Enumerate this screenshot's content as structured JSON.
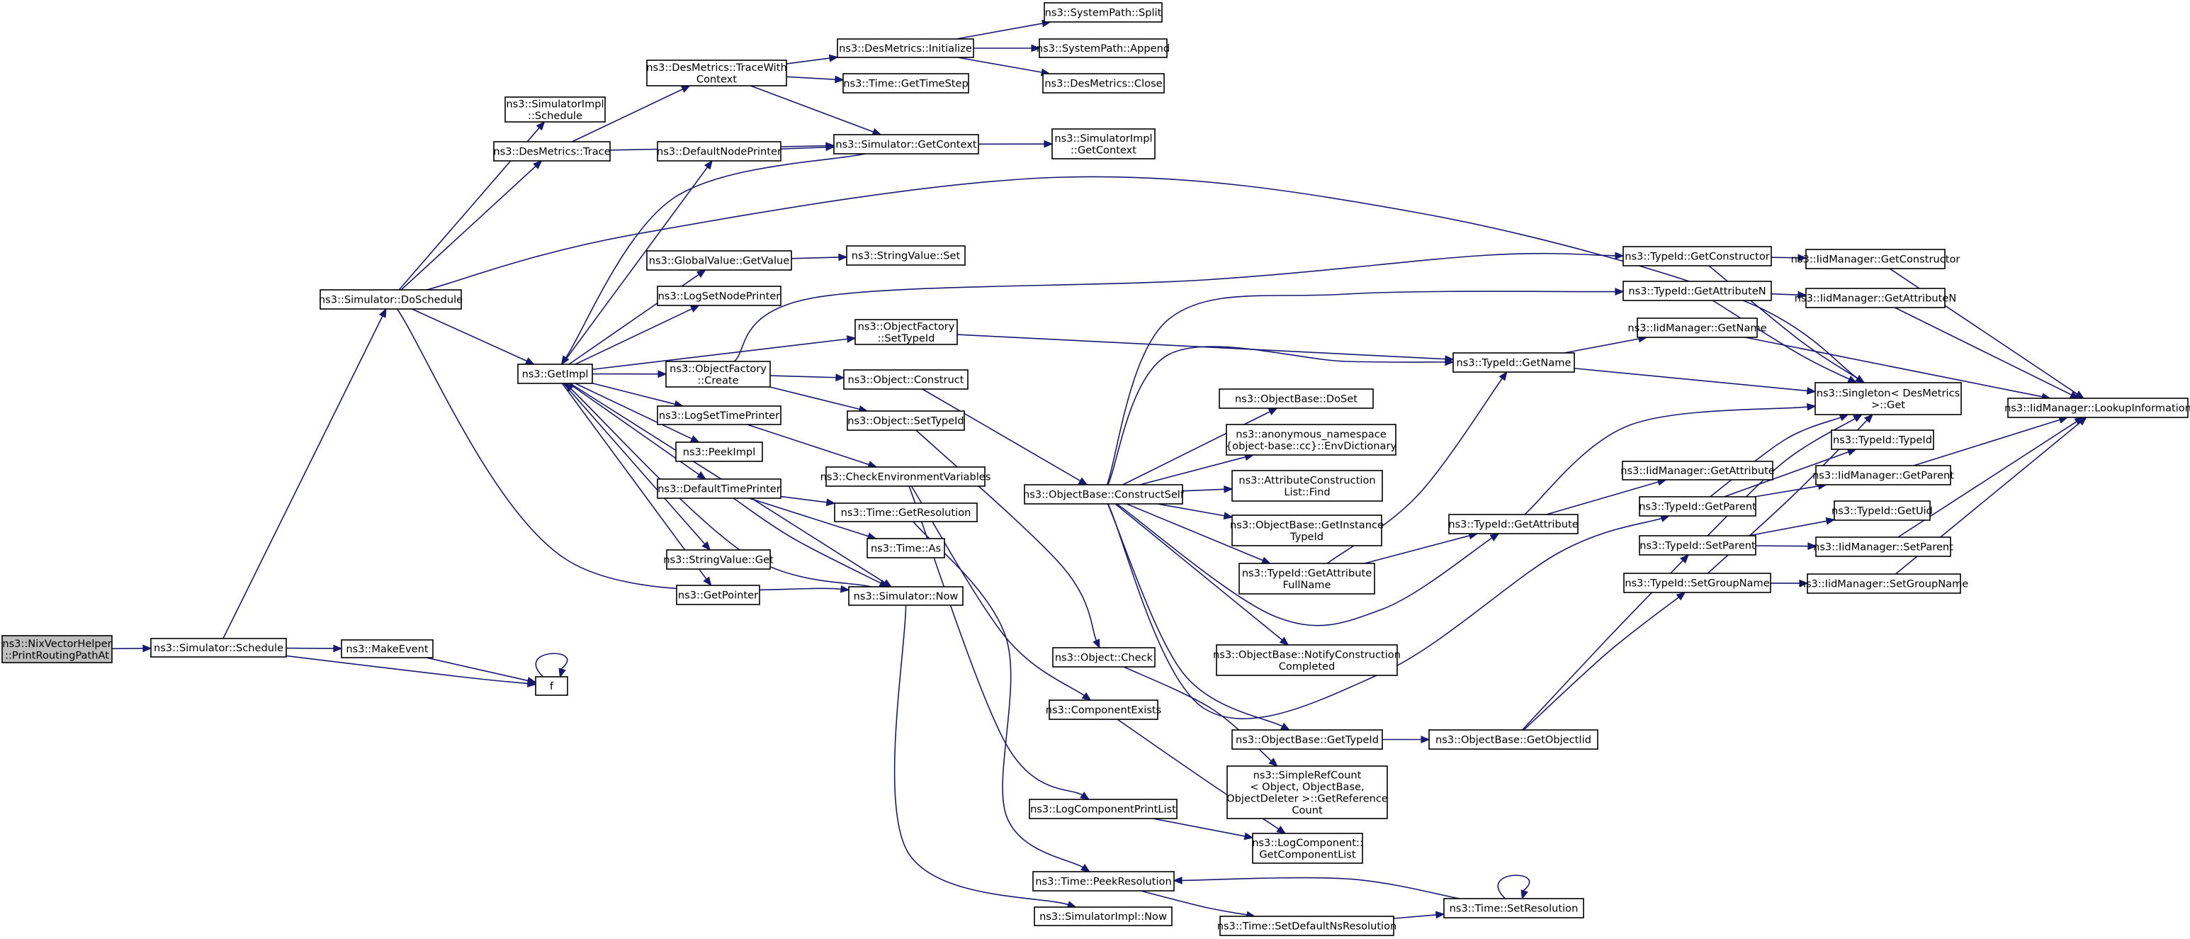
{
  "diagram": {
    "title": "",
    "edge_color": "#191970",
    "root_fill": "#bfbfbf",
    "nodes": [
      {
        "id": "root",
        "lines": [
          "ns3::NixVectorHelper",
          "::PrintRoutingPathAt"
        ],
        "root": true
      },
      {
        "id": "schedule",
        "lines": [
          "ns3::Simulator::Schedule"
        ]
      },
      {
        "id": "makeevent",
        "lines": [
          "ns3::MakeEvent"
        ]
      },
      {
        "id": "f",
        "lines": [
          "f"
        ]
      },
      {
        "id": "doschedule",
        "lines": [
          "ns3::Simulator::DoSchedule"
        ]
      },
      {
        "id": "simimplschedule",
        "lines": [
          "ns3::SimulatorImpl",
          "::Schedule"
        ]
      },
      {
        "id": "desmetricstrace",
        "lines": [
          "ns3::DesMetrics::Trace"
        ]
      },
      {
        "id": "getimpl",
        "lines": [
          "ns3::GetImpl"
        ]
      },
      {
        "id": "tracewithcontext",
        "lines": [
          "ns3::DesMetrics::TraceWith",
          "Context"
        ]
      },
      {
        "id": "defaultnodeprinter",
        "lines": [
          "ns3::DefaultNodePrinter"
        ]
      },
      {
        "id": "globalvalue",
        "lines": [
          "ns3::GlobalValue::GetValue"
        ]
      },
      {
        "id": "logsetnodeprinter",
        "lines": [
          "ns3::LogSetNodePrinter"
        ]
      },
      {
        "id": "objfactorysettypeid",
        "lines": [
          "ns3::ObjectFactory",
          "::SetTypeId"
        ]
      },
      {
        "id": "objfactorycreate",
        "lines": [
          "ns3::ObjectFactory",
          "::Create"
        ]
      },
      {
        "id": "logsettimeprinter",
        "lines": [
          "ns3::LogSetTimePrinter"
        ]
      },
      {
        "id": "peekimpl",
        "lines": [
          "ns3::PeekImpl"
        ]
      },
      {
        "id": "defaulttimeprinter",
        "lines": [
          "ns3::DefaultTimePrinter"
        ]
      },
      {
        "id": "stringvalueget",
        "lines": [
          "ns3::StringValue::Get"
        ]
      },
      {
        "id": "getpointer",
        "lines": [
          "ns3::GetPointer"
        ]
      },
      {
        "id": "desinitialize",
        "lines": [
          "ns3::DesMetrics::Initialize"
        ]
      },
      {
        "id": "timegettimestep",
        "lines": [
          "ns3::Time::GetTimeStep"
        ]
      },
      {
        "id": "simgetcontext",
        "lines": [
          "ns3::Simulator::GetContext"
        ]
      },
      {
        "id": "stringvalueset",
        "lines": [
          "ns3::StringValue::Set"
        ]
      },
      {
        "id": "objectconstruct",
        "lines": [
          "ns3::Object::Construct"
        ]
      },
      {
        "id": "objectsettypeid",
        "lines": [
          "ns3::Object::SetTypeId"
        ]
      },
      {
        "id": "checkenv",
        "lines": [
          "ns3::CheckEnvironmentVariables"
        ]
      },
      {
        "id": "timegetresolution",
        "lines": [
          "ns3::Time::GetResolution"
        ]
      },
      {
        "id": "timeas",
        "lines": [
          "ns3::Time::As"
        ]
      },
      {
        "id": "simnow",
        "lines": [
          "ns3::Simulator::Now"
        ]
      },
      {
        "id": "syspathsplit",
        "lines": [
          "ns3::SystemPath::Split"
        ]
      },
      {
        "id": "syspathappend",
        "lines": [
          "ns3::SystemPath::Append"
        ]
      },
      {
        "id": "desclose",
        "lines": [
          "ns3::DesMetrics::Close"
        ]
      },
      {
        "id": "simimplgetcontext",
        "lines": [
          "ns3::SimulatorImpl",
          "::GetContext"
        ]
      },
      {
        "id": "objectcheck",
        "lines": [
          "ns3::Object::Check"
        ]
      },
      {
        "id": "componentexists",
        "lines": [
          "ns3::ComponentExists"
        ]
      },
      {
        "id": "logcomponentprintlist",
        "lines": [
          "ns3::LogComponentPrintList"
        ]
      },
      {
        "id": "timepeekresolution",
        "lines": [
          "ns3::Time::PeekResolution"
        ]
      },
      {
        "id": "simimplnow",
        "lines": [
          "ns3::SimulatorImpl::Now"
        ]
      },
      {
        "id": "constructself",
        "lines": [
          "ns3::ObjectBase::ConstructSelf"
        ]
      },
      {
        "id": "doset",
        "lines": [
          "ns3::ObjectBase::DoSet"
        ]
      },
      {
        "id": "envdictionary",
        "lines": [
          "ns3::anonymous_namespace",
          "{object-base::cc}::EnvDictionary"
        ]
      },
      {
        "id": "attrconstructionfind",
        "lines": [
          "ns3::AttributeConstruction",
          "List::Find"
        ]
      },
      {
        "id": "getinstancetypeid",
        "lines": [
          "ns3::ObjectBase::GetInstance",
          "TypeId"
        ]
      },
      {
        "id": "getattributefullname",
        "lines": [
          "ns3::TypeId::GetAttribute",
          "FullName"
        ]
      },
      {
        "id": "notifyconstructioncompleted",
        "lines": [
          "ns3::ObjectBase::NotifyConstruction",
          "Completed"
        ]
      },
      {
        "id": "objbasegettypeid",
        "lines": [
          "ns3::ObjectBase::GetTypeId"
        ]
      },
      {
        "id": "simplerefcount",
        "lines": [
          "ns3::SimpleRefCount",
          "< Object, ObjectBase,",
          "ObjectDeleter >::GetReference",
          "Count"
        ]
      },
      {
        "id": "getcomponentlist",
        "lines": [
          "ns3::LogComponent::",
          "GetComponentList"
        ]
      },
      {
        "id": "setdefaultnsresolution",
        "lines": [
          "ns3::Time::SetDefaultNsResolution"
        ]
      },
      {
        "id": "typeidgetname",
        "lines": [
          "ns3::TypeId::GetName"
        ]
      },
      {
        "id": "typeidgetattribute",
        "lines": [
          "ns3::TypeId::GetAttribute"
        ]
      },
      {
        "id": "getobjectiid",
        "lines": [
          "ns3::ObjectBase::GetObjectIid"
        ]
      },
      {
        "id": "timesetresolution",
        "lines": [
          "ns3::Time::SetResolution"
        ]
      },
      {
        "id": "typeidgetconstructor",
        "lines": [
          "ns3::TypeId::GetConstructor"
        ]
      },
      {
        "id": "typeidgetattributen",
        "lines": [
          "ns3::TypeId::GetAttributeN"
        ]
      },
      {
        "id": "iidgetname",
        "lines": [
          "ns3::IidManager::GetName"
        ]
      },
      {
        "id": "iidgetattribute",
        "lines": [
          "ns3::IidManager::GetAttribute"
        ]
      },
      {
        "id": "typeidgetparent",
        "lines": [
          "ns3::TypeId::GetParent"
        ]
      },
      {
        "id": "typeidsetparent",
        "lines": [
          "ns3::TypeId::SetParent"
        ]
      },
      {
        "id": "typeidsetgroupname",
        "lines": [
          "ns3::TypeId::SetGroupName"
        ]
      },
      {
        "id": "iidgetconstructor",
        "lines": [
          "ns3::IidManager::GetConstructor"
        ]
      },
      {
        "id": "iidgetattributen",
        "lines": [
          "ns3::IidManager::GetAttributeN"
        ]
      },
      {
        "id": "singletonget",
        "lines": [
          "ns3::Singleton< DesMetrics",
          ">::Get"
        ]
      },
      {
        "id": "typeidtypeid",
        "lines": [
          "ns3::TypeId::TypeId"
        ]
      },
      {
        "id": "iidgetparent",
        "lines": [
          "ns3::IidManager::GetParent"
        ]
      },
      {
        "id": "typeidgetuid",
        "lines": [
          "ns3::TypeId::GetUid"
        ]
      },
      {
        "id": "iidsetparent",
        "lines": [
          "ns3::IidManager::SetParent"
        ]
      },
      {
        "id": "iidsetgroupname",
        "lines": [
          "ns3::IidManager::SetGroupName"
        ]
      },
      {
        "id": "lookupinformation",
        "lines": [
          "ns3::IidManager::LookupInformation"
        ]
      }
    ],
    "edges": [
      [
        "root",
        "schedule"
      ],
      [
        "schedule",
        "makeevent"
      ],
      [
        "schedule",
        "f"
      ],
      [
        "schedule",
        "doschedule"
      ],
      [
        "makeevent",
        "f"
      ],
      [
        "f",
        "f"
      ],
      [
        "doschedule",
        "simimplschedule"
      ],
      [
        "doschedule",
        "desmetricstrace"
      ],
      [
        "doschedule",
        "getimpl"
      ],
      [
        "doschedule",
        "simnow"
      ],
      [
        "doschedule",
        "singletonget"
      ],
      [
        "desmetricstrace",
        "tracewithcontext"
      ],
      [
        "desmetricstrace",
        "simgetcontext"
      ],
      [
        "tracewithcontext",
        "desinitialize"
      ],
      [
        "tracewithcontext",
        "timegettimestep"
      ],
      [
        "tracewithcontext",
        "simgetcontext"
      ],
      [
        "desinitialize",
        "syspathsplit"
      ],
      [
        "desinitialize",
        "syspathappend"
      ],
      [
        "desinitialize",
        "desclose"
      ],
      [
        "simgetcontext",
        "getimpl"
      ],
      [
        "simgetcontext",
        "simimplgetcontext"
      ],
      [
        "defaultnodeprinter",
        "simgetcontext"
      ],
      [
        "getimpl",
        "defaultnodeprinter"
      ],
      [
        "getimpl",
        "globalvalue"
      ],
      [
        "getimpl",
        "logsetnodeprinter"
      ],
      [
        "getimpl",
        "objfactorysettypeid"
      ],
      [
        "getimpl",
        "objfactorycreate"
      ],
      [
        "getimpl",
        "logsettimeprinter"
      ],
      [
        "getimpl",
        "peekimpl"
      ],
      [
        "getimpl",
        "defaulttimeprinter"
      ],
      [
        "getimpl",
        "stringvalueget"
      ],
      [
        "getimpl",
        "getpointer"
      ],
      [
        "getimpl",
        "simnow"
      ],
      [
        "globalvalue",
        "stringvalueset"
      ],
      [
        "objfactorysettypeid",
        "typeidgetname"
      ],
      [
        "objfactorycreate",
        "objectconstruct"
      ],
      [
        "objfactorycreate",
        "objectsettypeid"
      ],
      [
        "objfactorycreate",
        "typeidgetconstructor"
      ],
      [
        "logsettimeprinter",
        "checkenv"
      ],
      [
        "defaulttimeprinter",
        "timegetresolution"
      ],
      [
        "defaulttimeprinter",
        "timeas"
      ],
      [
        "defaulttimeprinter",
        "simnow"
      ],
      [
        "simnow",
        "getimpl"
      ],
      [
        "simnow",
        "simimplnow"
      ],
      [
        "objectconstruct",
        "constructself"
      ],
      [
        "objectsettypeid",
        "objectcheck"
      ],
      [
        "checkenv",
        "componentexists"
      ],
      [
        "checkenv",
        "logcomponentprintlist"
      ],
      [
        "timegetresolution",
        "timepeekresolution"
      ],
      [
        "objectcheck",
        "simplerefcount"
      ],
      [
        "componentexists",
        "getcomponentlist"
      ],
      [
        "logcomponentprintlist",
        "getcomponentlist"
      ],
      [
        "timepeekresolution",
        "setdefaultnsresolution"
      ],
      [
        "setdefaultnsresolution",
        "timesetresolution"
      ],
      [
        "timesetresolution",
        "timepeekresolution"
      ],
      [
        "timesetresolution",
        "timesetresolution"
      ],
      [
        "constructself",
        "doset"
      ],
      [
        "constructself",
        "envdictionary"
      ],
      [
        "constructself",
        "attrconstructionfind"
      ],
      [
        "constructself",
        "getinstancetypeid"
      ],
      [
        "constructself",
        "getattributefullname"
      ],
      [
        "constructself",
        "notifyconstructioncompleted"
      ],
      [
        "constructself",
        "objbasegettypeid"
      ],
      [
        "constructself",
        "typeidgetname"
      ],
      [
        "constructself",
        "typeidgetattribute"
      ],
      [
        "constructself",
        "typeidgetattributen"
      ],
      [
        "constructself",
        "typeidgetparent"
      ],
      [
        "getattributefullname",
        "typeidgetname"
      ],
      [
        "getattributefullname",
        "typeidgetattribute"
      ],
      [
        "objbasegettypeid",
        "getobjectiid"
      ],
      [
        "getobjectiid",
        "typeidsetparent"
      ],
      [
        "getobjectiid",
        "typeidsetgroupname"
      ],
      [
        "typeidgetname",
        "iidgetname"
      ],
      [
        "typeidgetname",
        "singletonget"
      ],
      [
        "typeidgetattribute",
        "iidgetattribute"
      ],
      [
        "typeidgetattribute",
        "singletonget"
      ],
      [
        "typeidgetconstructor",
        "iidgetconstructor"
      ],
      [
        "typeidgetconstructor",
        "singletonget"
      ],
      [
        "typeidgetattributen",
        "iidgetattributen"
      ],
      [
        "typeidgetattributen",
        "singletonget"
      ],
      [
        "typeidgetparent",
        "typeidtypeid"
      ],
      [
        "typeidgetparent",
        "iidgetparent"
      ],
      [
        "typeidgetparent",
        "singletonget"
      ],
      [
        "typeidsetparent",
        "typeidgetuid"
      ],
      [
        "typeidsetparent",
        "iidsetparent"
      ],
      [
        "typeidsetparent",
        "singletonget"
      ],
      [
        "typeidsetgroupname",
        "iidsetgroupname"
      ],
      [
        "typeidsetgroupname",
        "singletonget"
      ],
      [
        "iidgetname",
        "lookupinformation"
      ],
      [
        "iidgetconstructor",
        "lookupinformation"
      ],
      [
        "iidgetattributen",
        "lookupinformation"
      ],
      [
        "iidgetparent",
        "lookupinformation"
      ],
      [
        "iidsetparent",
        "lookupinformation"
      ],
      [
        "iidsetgroupname",
        "lookupinformation"
      ]
    ]
  }
}
